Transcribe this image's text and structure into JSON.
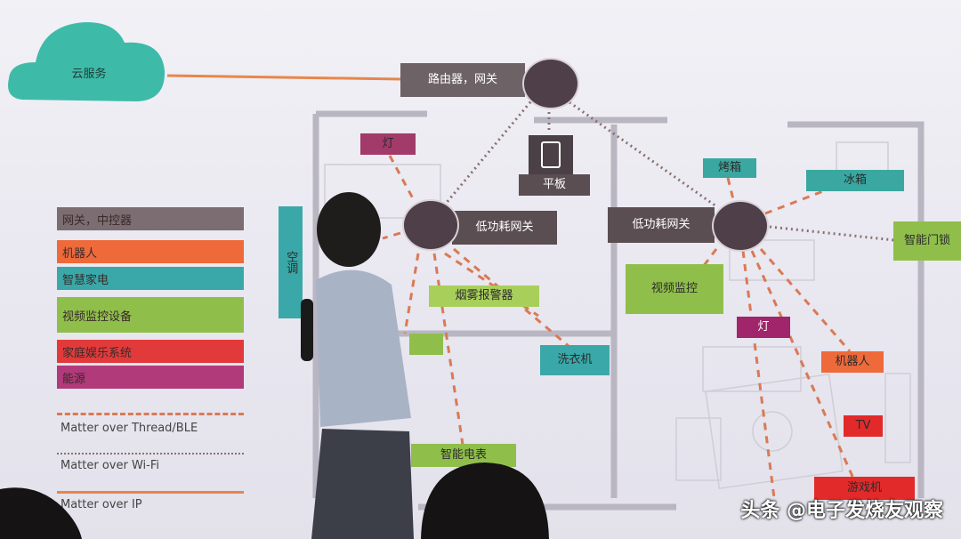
{
  "cloud": {
    "label": "云服务",
    "color": "#3dbba8"
  },
  "router": {
    "label": "路由器，网关"
  },
  "tablet": {
    "label": "平板"
  },
  "gateways": [
    {
      "label": "低功耗网关"
    },
    {
      "label": "低功耗网关"
    }
  ],
  "devices": {
    "light_left": "灯",
    "ac": "空调",
    "smoke": "烟雾报警器",
    "washer": "洗衣机",
    "meter": "智能电表",
    "oven": "烤箱",
    "fridge": "冰箱",
    "lock": "智能门锁",
    "camera": "视频监控",
    "light_right": "灯",
    "robot": "机器人",
    "tv": "TV",
    "console": "游戏机"
  },
  "legend": {
    "categories": [
      {
        "label": "网关，中控器",
        "color": "#7b6d72"
      },
      {
        "label": "机器人",
        "color": "#ee6a3a"
      },
      {
        "label": "智慧家电",
        "color": "#3aa8a8"
      },
      {
        "label": "视频监控设备",
        "color": "#8fbf4a"
      },
      {
        "label": "家庭娱乐系统",
        "color": "#e23a3a"
      },
      {
        "label": "能源",
        "color": "#b03a7a"
      }
    ],
    "lines": [
      {
        "label": "Matter over Thread/BLE",
        "style": "dashed",
        "color": "#d97a55"
      },
      {
        "label": "Matter over Wi-Fi",
        "style": "dotted",
        "color": "#8a7070"
      },
      {
        "label": "Matter over IP",
        "style": "solid",
        "color": "#e8864a"
      }
    ]
  },
  "watermark": "头条 @电子发烧友观察"
}
